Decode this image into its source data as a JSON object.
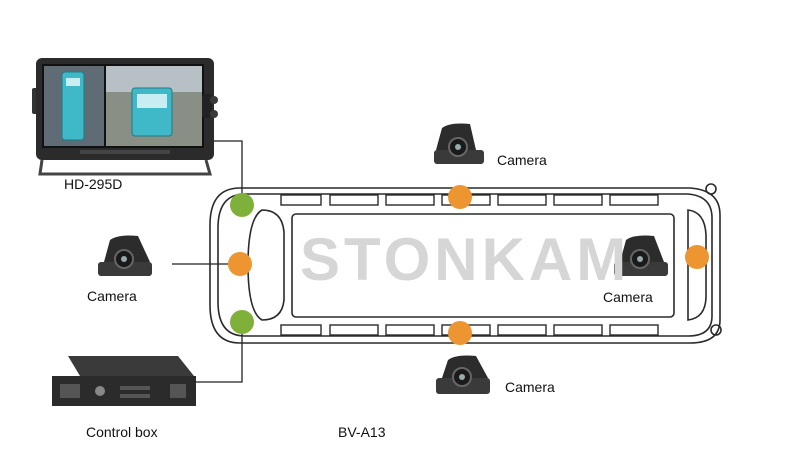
{
  "watermark": "STONKAM",
  "labels": {
    "monitor": "HD-295D",
    "camera_top": "Camera",
    "camera_left": "Camera",
    "camera_right": "Camera",
    "camera_bottom": "Camera",
    "control_box": "Control box",
    "bus_model": "BV-A13"
  },
  "colors": {
    "camera_marker": "#ed9530",
    "monitor_marker": "#7fb13a",
    "line": "#222222",
    "bus_outline": "#2a2a2a",
    "screen_teal": "#3fb8c8"
  }
}
